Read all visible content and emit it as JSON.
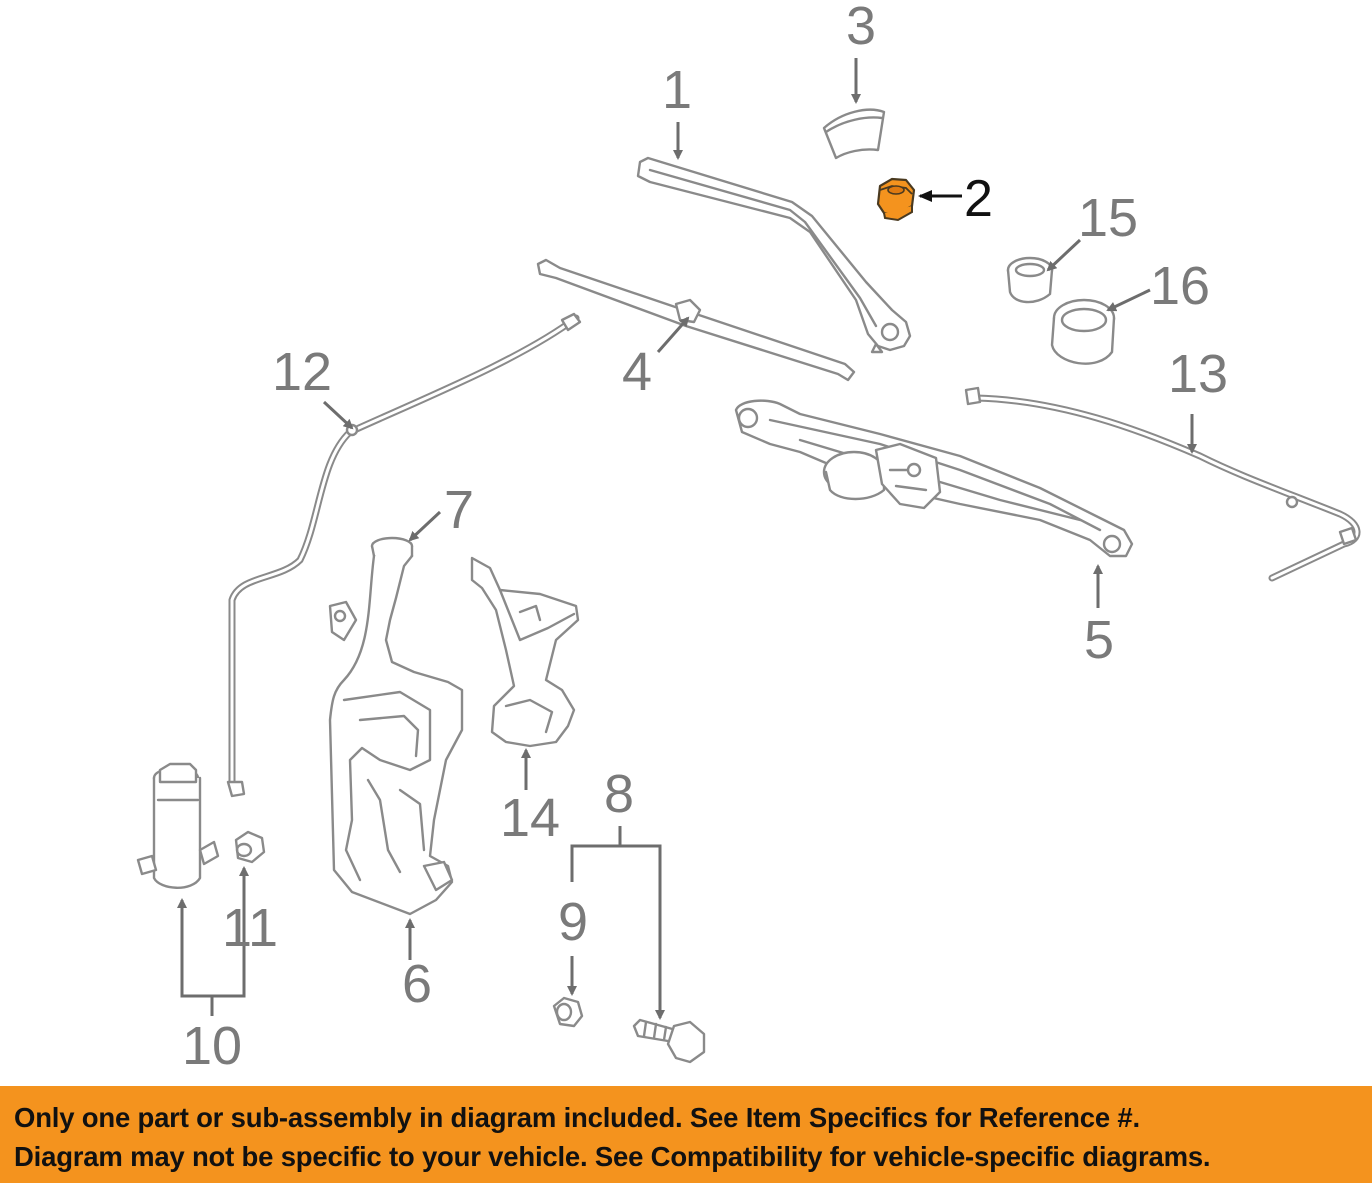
{
  "callouts": {
    "c1": "1",
    "c2": "2",
    "c3": "3",
    "c4": "4",
    "c5": "5",
    "c6": "6",
    "c7": "7",
    "c8": "8",
    "c9": "9",
    "c10": "10",
    "c11": "11",
    "c12": "12",
    "c13": "13",
    "c14": "14",
    "c15": "15",
    "c16": "16"
  },
  "colors": {
    "highlight_part": "#f4931e",
    "banner": "#f4931e",
    "line_art": "#8a8a8a"
  },
  "banner": {
    "line1": "Only one part or sub-assembly in diagram included. See Item Specifics for Reference #.",
    "line2": "Diagram may not be specific to your vehicle. See Compatibility for vehicle-specific diagrams."
  }
}
